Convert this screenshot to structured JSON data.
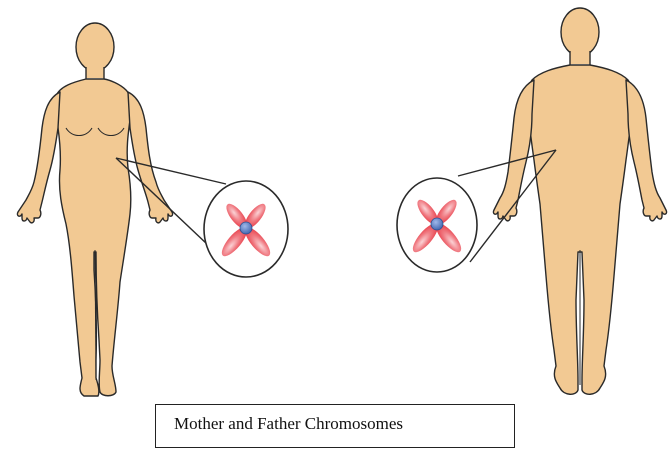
{
  "caption": {
    "text": "Mother and Father Chromosomes"
  },
  "figures": [
    {
      "role": "mother",
      "icon": "female-body-icon"
    },
    {
      "role": "father",
      "icon": "male-body-icon"
    }
  ],
  "chromosome_icon": "chromosome-icon",
  "colors": {
    "skin": "#F2C993",
    "outline": "#2a2a2a",
    "chromosome": "#E8333B",
    "centromere": "#4A6FB5"
  }
}
